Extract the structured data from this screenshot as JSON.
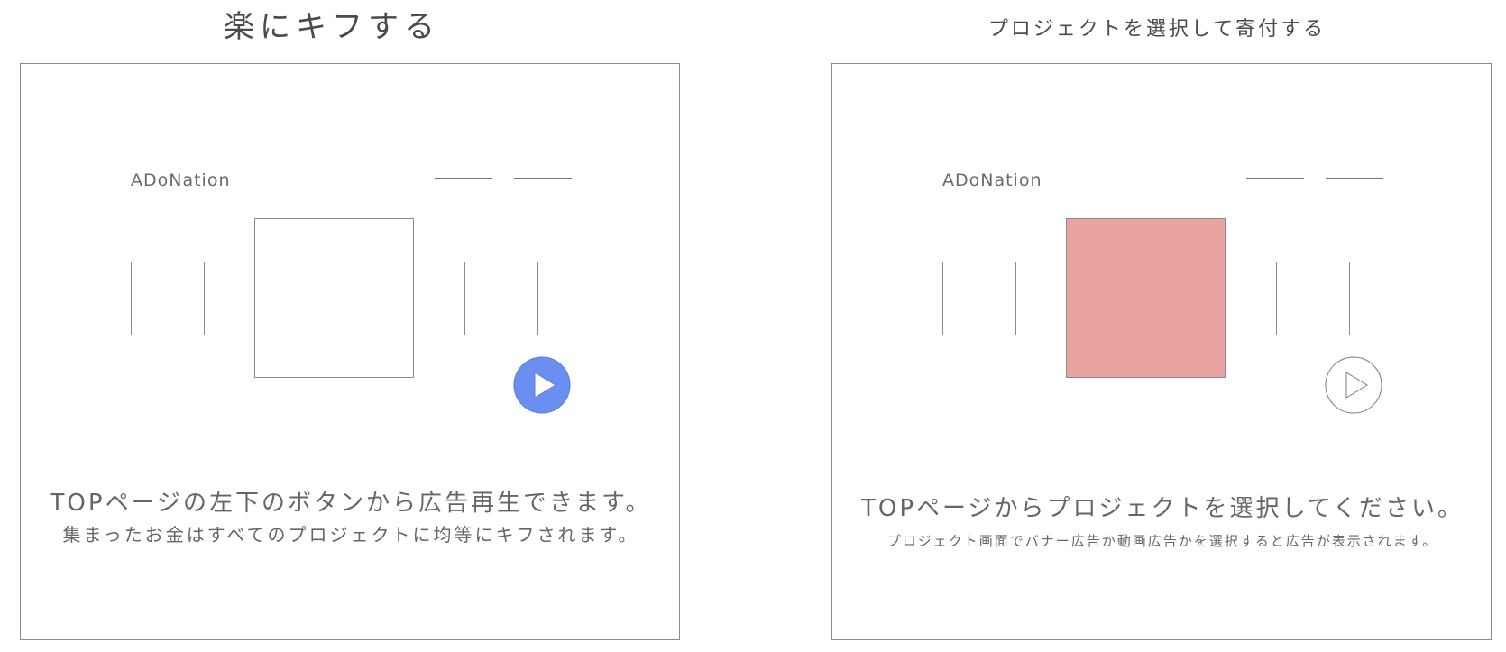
{
  "left_panel": {
    "title": "楽にキフする",
    "logo": "ADoNation",
    "caption_main": "TOPページの左下のボタンから広告再生できます。",
    "caption_sub": "集まったお金はすべてのプロジェクトに均等にキフされます。",
    "play_button_color": "#6a8ff0",
    "play_button_icon": "play-icon"
  },
  "right_panel": {
    "title": "プロジェクトを選択して寄付する",
    "logo": "ADoNation",
    "caption_main": "TOPページからプロジェクトを選択してください。",
    "caption_sub": "プロジェクト画面でバナー広告か動画広告かを選択すると広告が表示されます。",
    "selected_project_color": "#e9a3a0",
    "play_button_icon": "play-icon"
  }
}
